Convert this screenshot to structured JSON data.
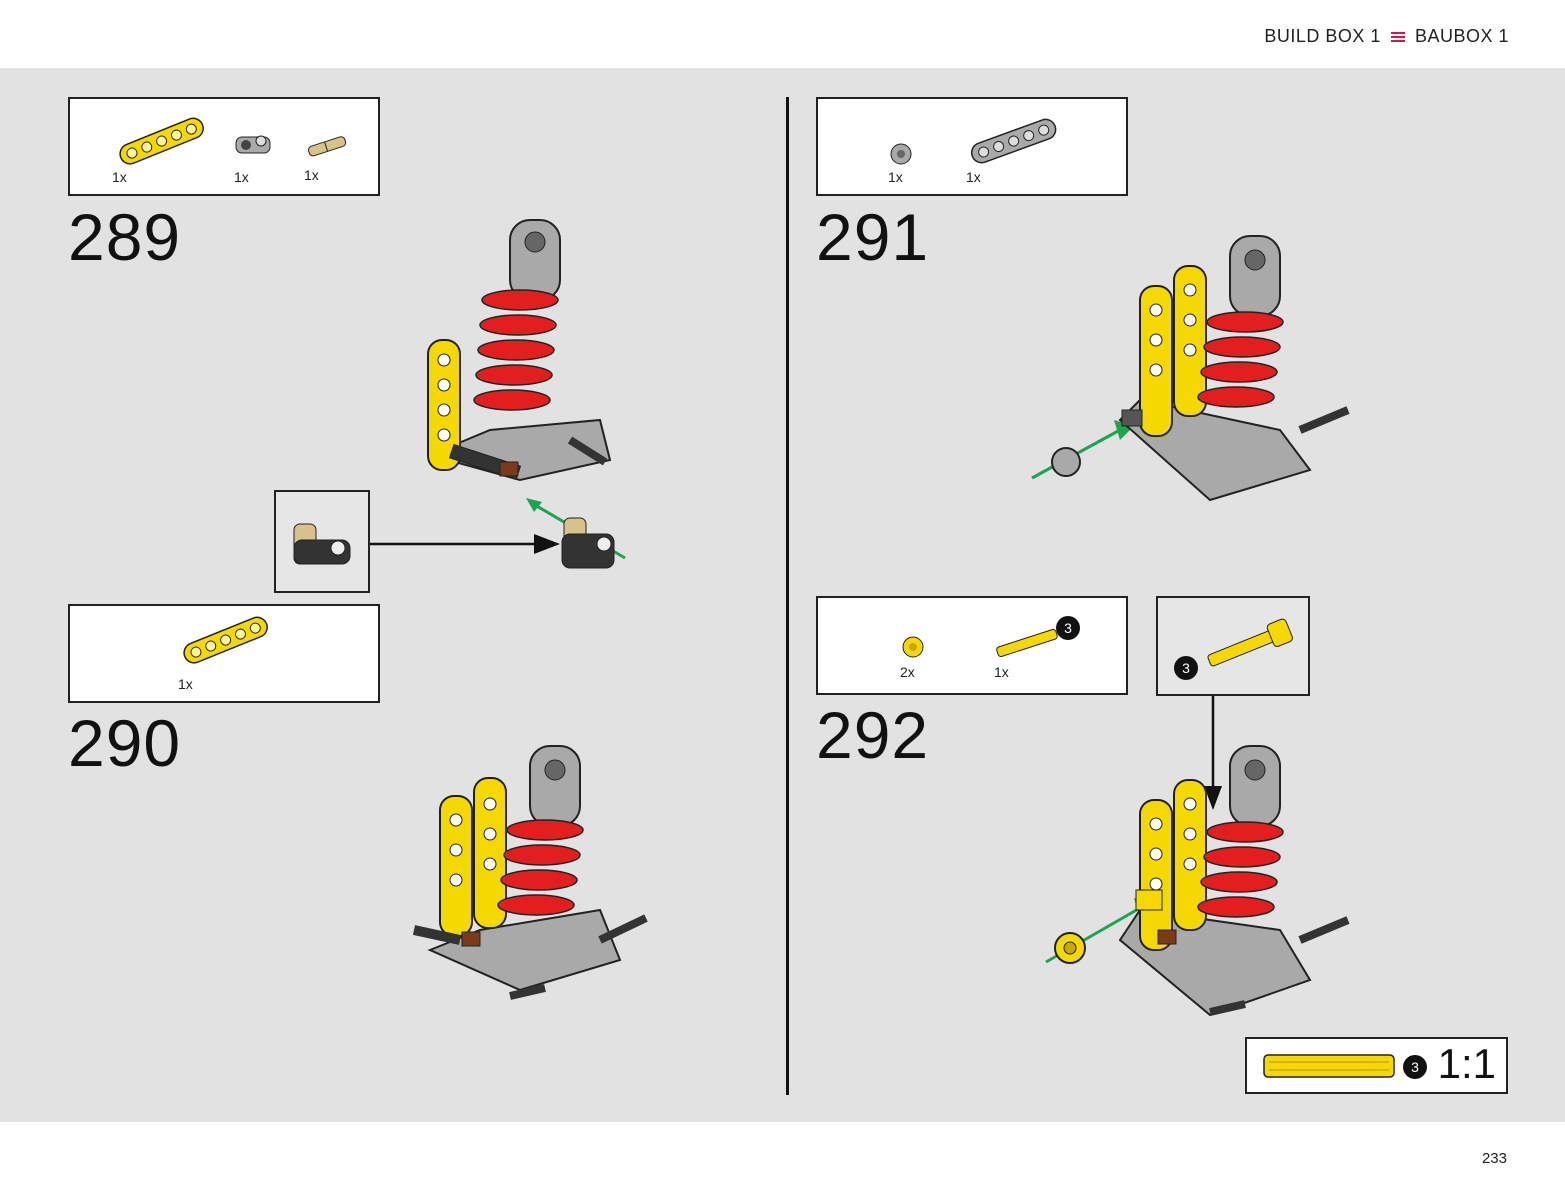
{
  "header": {
    "left_label": "BUILD BOX 1",
    "right_label": "BAUBOX 1",
    "icon": "menu-icon",
    "accent": "#d2174b"
  },
  "steps": [
    {
      "number": "289",
      "parts": [
        {
          "qty": "1x",
          "part": "yellow-beam"
        },
        {
          "qty": "1x",
          "part": "gray-connector"
        },
        {
          "qty": "1x",
          "part": "tan-pin"
        }
      ]
    },
    {
      "number": "290",
      "parts": [
        {
          "qty": "1x",
          "part": "yellow-beam"
        }
      ]
    },
    {
      "number": "291",
      "parts": [
        {
          "qty": "1x",
          "part": "gray-bush"
        },
        {
          "qty": "1x",
          "part": "gray-beam"
        }
      ]
    },
    {
      "number": "292",
      "parts": [
        {
          "qty": "2x",
          "part": "yellow-bush"
        },
        {
          "qty": "1x",
          "part": "yellow-axle",
          "badge": "3"
        }
      ],
      "callout_badge": "3"
    }
  ],
  "scale": {
    "badge": "3",
    "label": "1:1"
  },
  "page_number": "233",
  "colors": {
    "background": "#e2e2e2",
    "yellow": "#f5d800",
    "red": "#e31e1e",
    "gray": "#a9a9a9",
    "arrow": "#1ea34e"
  }
}
